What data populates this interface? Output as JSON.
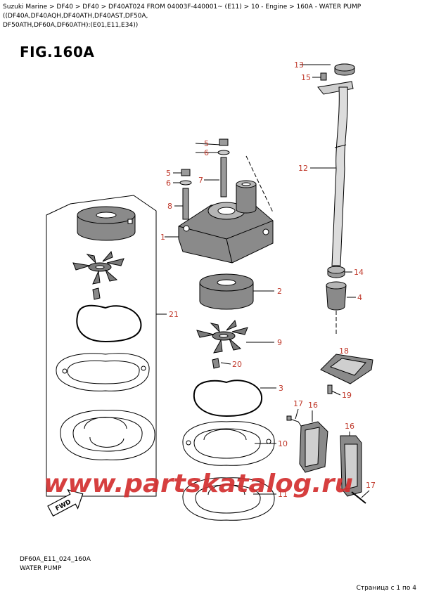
{
  "breadcrumb": {
    "line1": "Suzuki Marine > DF40 > DF40 > DF40AT024 FROM 04003F-440001~ (E11) > 10 - Engine > 160A - WATER PUMP ((DF40A,DF40AQH,DF40ATH,DF40AST,DF50A,",
    "line2": "DF50ATH,DF60A,DF60ATH):(E01,E11,E34))"
  },
  "figure": {
    "title": "FIG.160A",
    "code": "DF60A_E11_024_160A",
    "caption": "WATER PUMP"
  },
  "callouts": [
    "13",
    "15",
    "12",
    "14",
    "4",
    "5",
    "6",
    "5",
    "6",
    "7",
    "8",
    "1",
    "2",
    "9",
    "20",
    "3",
    "10",
    "11",
    "21",
    "18",
    "19",
    "17",
    "16",
    "16",
    "17"
  ],
  "watermark": "www.partskatalog.ru",
  "fwd_label": "FWD",
  "pagination": "Страница с 1 по 4",
  "colors": {
    "callout": "#c0392b",
    "watermark": "#d32f2f",
    "line": "#000000"
  }
}
